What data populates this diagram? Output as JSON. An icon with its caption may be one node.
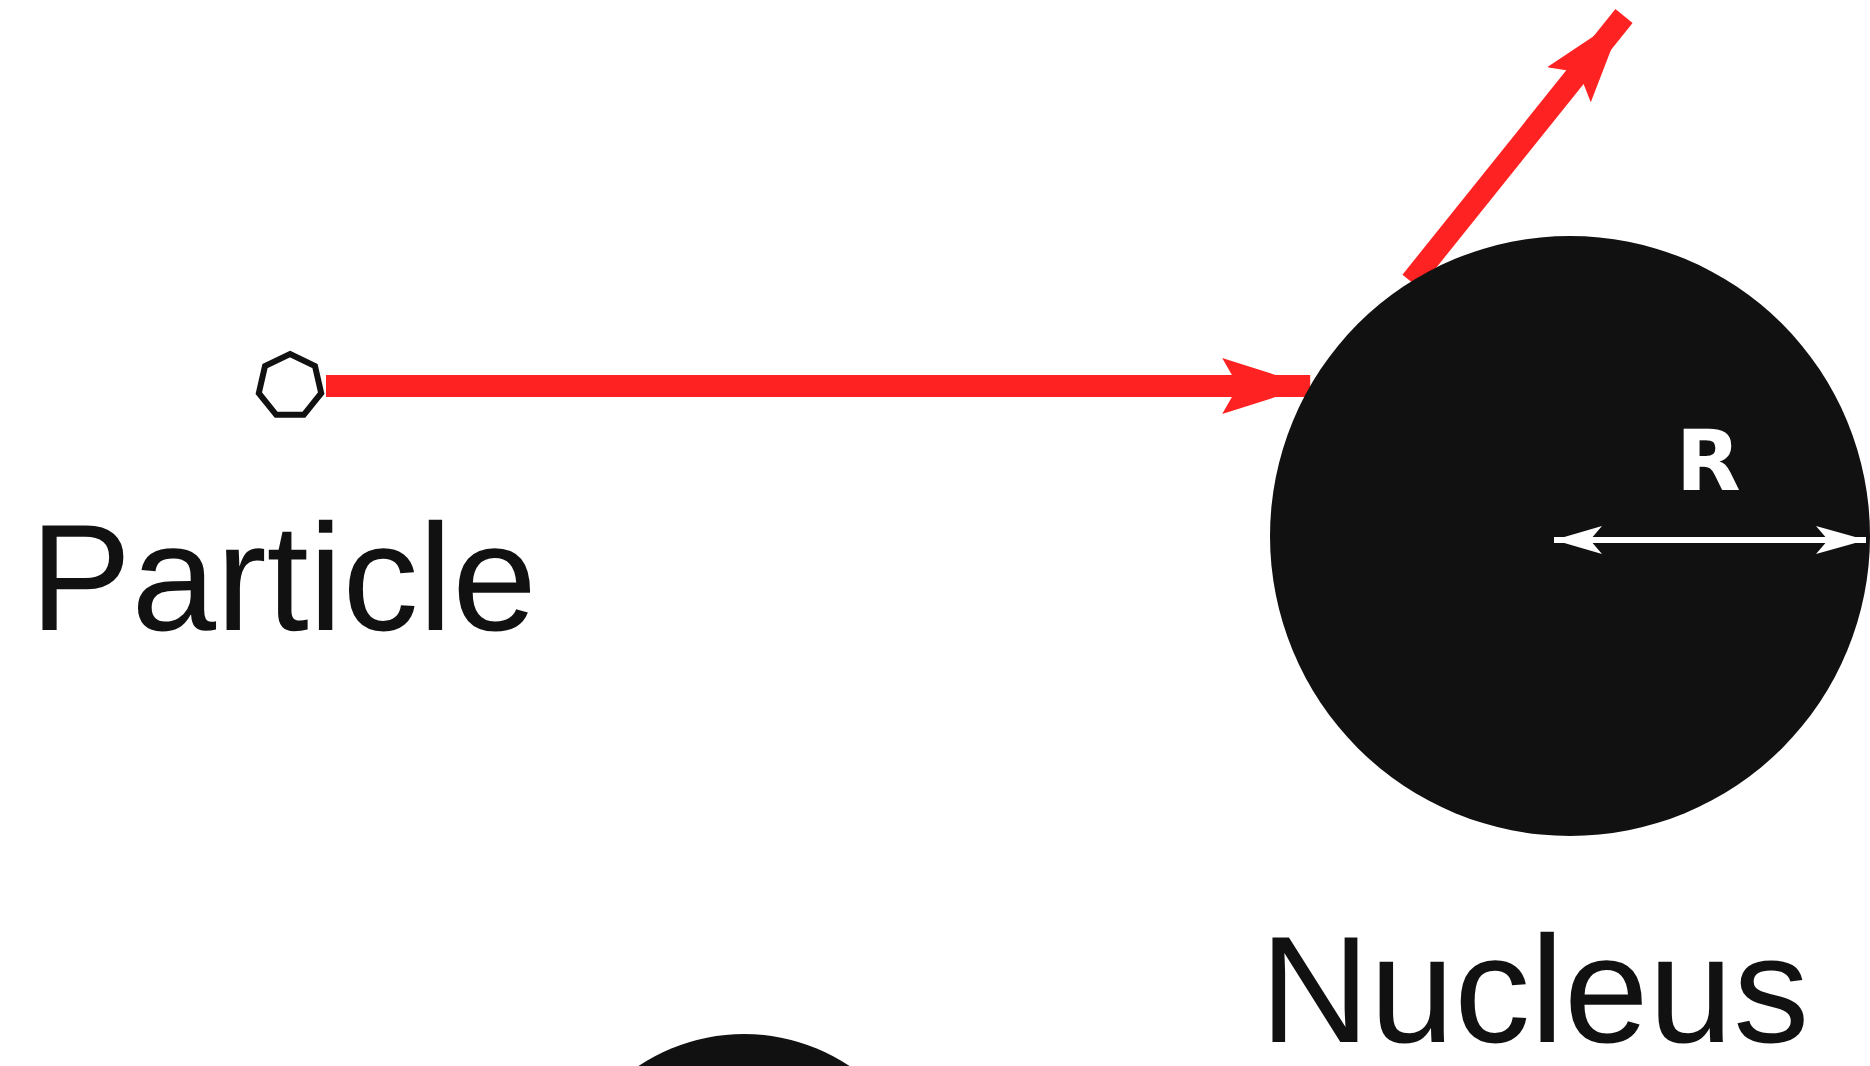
{
  "diagram": {
    "nodes": [
      {
        "text": [],
        "shape": "circle",
        "beside": [
          "Particle"
        ]
      },
      {
        "text": [],
        "shape": "circle",
        "beside": [
          "Nucleus"
        ]
      },
      {
        "text": [],
        "shape": "circle"
      }
    ],
    "edges": [
      {
        "from": 0,
        "to": 1,
        "arrow": "to"
      },
      {
        "from": 1,
        "to": null,
        "arrow": "to"
      }
    ],
    "labels": [
      "R"
    ]
  }
}
